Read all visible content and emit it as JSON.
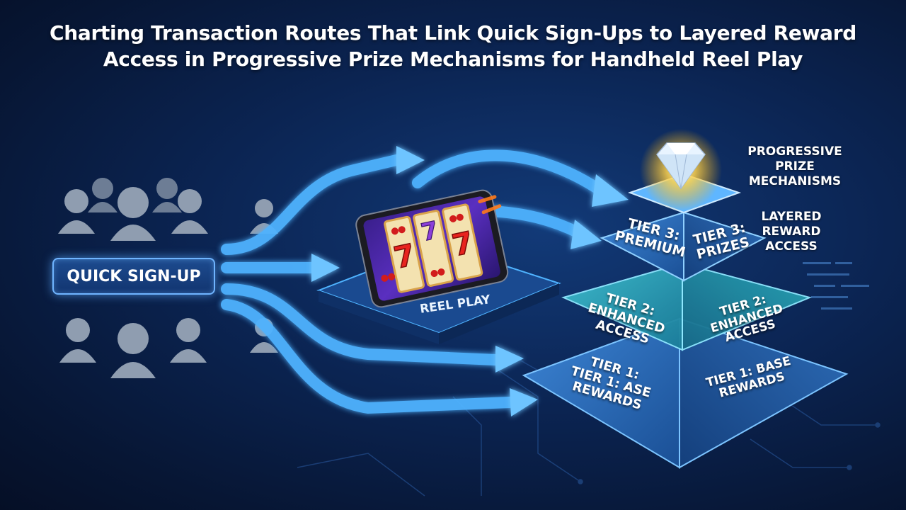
{
  "title": {
    "line1": "Charting Transaction Routes That Link Quick Sign-Ups to Layered Reward",
    "line2": "Access in Progressive Prize Mechanisms for Handheld Reel Play"
  },
  "signup": {
    "label": "QUICK SIGN-UP"
  },
  "device": {
    "label": "REEL PLAY",
    "reel_symbols": [
      "7",
      "7",
      "7"
    ]
  },
  "labels": {
    "prize_line1": "PROGRESSIVE",
    "prize_line2": "PRIZE MECHANISMS",
    "layered_line1": "LAYERED",
    "layered_line2": "REWARD",
    "layered_line3": "ACCESS"
  },
  "pyramid": {
    "tier3_left": [
      "TIER 3:",
      "PREMIUM"
    ],
    "tier3_right": [
      "TIER 3:",
      "PRIZES"
    ],
    "tier2_left": [
      "TIER 2:",
      "ENHANCED ACCESS"
    ],
    "tier2_right": [
      "TIER 2:",
      "ENHANCED ACCESS"
    ],
    "tier1_left": [
      "TIER 1:",
      "TIER 1: ASE REWARDS"
    ],
    "tier1_right": [
      "TIER 1: BASE REWARDS"
    ]
  },
  "colors": {
    "background": "#0b2452",
    "arrow": "#4fb3ff",
    "glow": "#8fd0ff",
    "pyramid_face": "#2c6fb8",
    "tier2_face": "#2aa7b8",
    "diamond_glow": "#ffd24a",
    "seven_red": "#e8231e",
    "seven_purple": "#8b3fd9"
  },
  "icons": [
    "user-icon",
    "diamond-icon",
    "cherry-icon",
    "smartphone-icon",
    "arrow-icon"
  ]
}
